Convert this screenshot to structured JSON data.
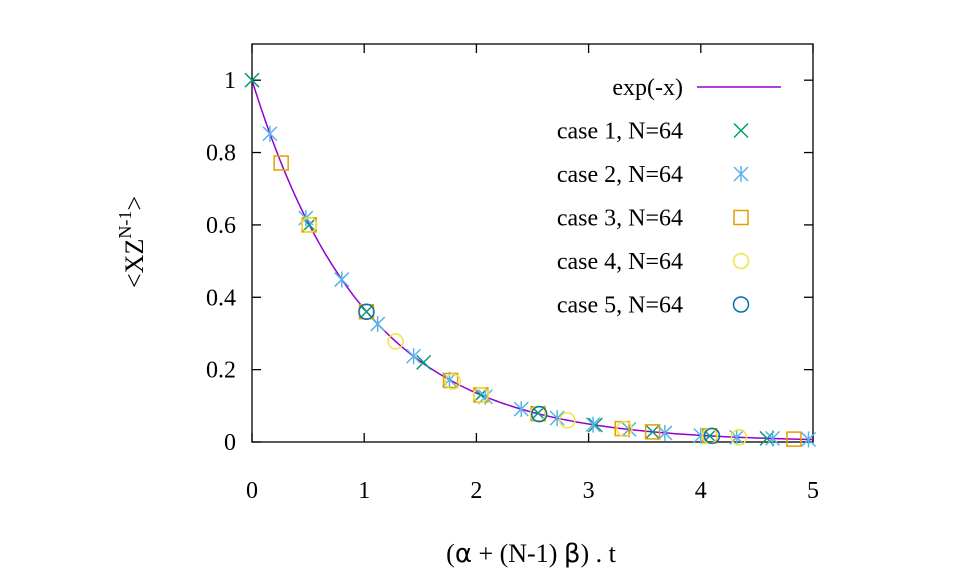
{
  "chart_data": {
    "type": "scatter",
    "xlabel_parts": [
      "(",
      "α",
      " + (N-1) ",
      "β",
      ") . t"
    ],
    "ylabel_parts": [
      "<XZ",
      "N-1",
      ">"
    ],
    "xlim": [
      0,
      5
    ],
    "ylim": [
      0,
      1.1
    ],
    "x_ticks": [
      0,
      1,
      2,
      3,
      4,
      5
    ],
    "y_ticks": [
      0,
      0.2,
      0.4,
      0.6,
      0.8,
      1
    ],
    "x_tick_labels": [
      "0",
      "1",
      "2",
      "3",
      "4",
      "5"
    ],
    "y_tick_labels": [
      "0",
      "0.2",
      "0.4",
      "0.6",
      "0.8",
      "1"
    ],
    "grid": false,
    "legend_position": "top-right",
    "curve": {
      "name": "exp(-x)",
      "color": "#9400d3",
      "function": "exp(-x)"
    },
    "series": [
      {
        "name": "case 1, N=64",
        "marker": "x",
        "color": "#009e73",
        "points": [
          [
            0,
            1.0
          ],
          [
            0.51,
            0.6
          ],
          [
            1.02,
            0.36
          ],
          [
            1.53,
            0.22
          ],
          [
            2.04,
            0.13
          ],
          [
            2.55,
            0.08
          ],
          [
            3.06,
            0.047
          ],
          [
            3.57,
            0.028
          ],
          [
            4.08,
            0.017
          ],
          [
            4.59,
            0.01
          ]
        ]
      },
      {
        "name": "case 2, N=64",
        "marker": "star",
        "color": "#56b4e9",
        "points": [
          [
            0.16,
            0.852
          ],
          [
            0.48,
            0.619
          ],
          [
            0.8,
            0.449
          ],
          [
            1.12,
            0.326
          ],
          [
            1.44,
            0.237
          ],
          [
            1.76,
            0.172
          ],
          [
            2.08,
            0.125
          ],
          [
            2.4,
            0.091
          ],
          [
            2.72,
            0.066
          ],
          [
            3.04,
            0.048
          ],
          [
            3.36,
            0.035
          ],
          [
            3.68,
            0.025
          ],
          [
            4.0,
            0.018
          ],
          [
            4.32,
            0.013
          ],
          [
            4.64,
            0.01
          ],
          [
            4.96,
            0.007
          ]
        ]
      },
      {
        "name": "case 3, N=64",
        "marker": "square",
        "color": "#e69f00",
        "points": [
          [
            0.26,
            0.771
          ],
          [
            0.51,
            0.6
          ],
          [
            1.02,
            0.36
          ],
          [
            1.77,
            0.17
          ],
          [
            2.04,
            0.13
          ],
          [
            2.55,
            0.078
          ],
          [
            3.3,
            0.037
          ],
          [
            3.57,
            0.028
          ],
          [
            4.08,
            0.017
          ],
          [
            4.83,
            0.008
          ]
        ]
      },
      {
        "name": "case 4, N=64",
        "marker": "circle",
        "color": "#f0e442",
        "points": [
          [
            0.51,
            0.6
          ],
          [
            1.02,
            0.36
          ],
          [
            1.28,
            0.278
          ],
          [
            1.79,
            0.167
          ],
          [
            2.04,
            0.13
          ],
          [
            2.55,
            0.078
          ],
          [
            2.81,
            0.06
          ],
          [
            3.32,
            0.036
          ],
          [
            4.08,
            0.017
          ],
          [
            4.34,
            0.013
          ]
        ]
      },
      {
        "name": "case 5, N=64",
        "marker": "circle",
        "color": "#0072b2",
        "points": [
          [
            1.02,
            0.36
          ],
          [
            2.56,
            0.077
          ],
          [
            4.1,
            0.017
          ]
        ]
      }
    ]
  }
}
